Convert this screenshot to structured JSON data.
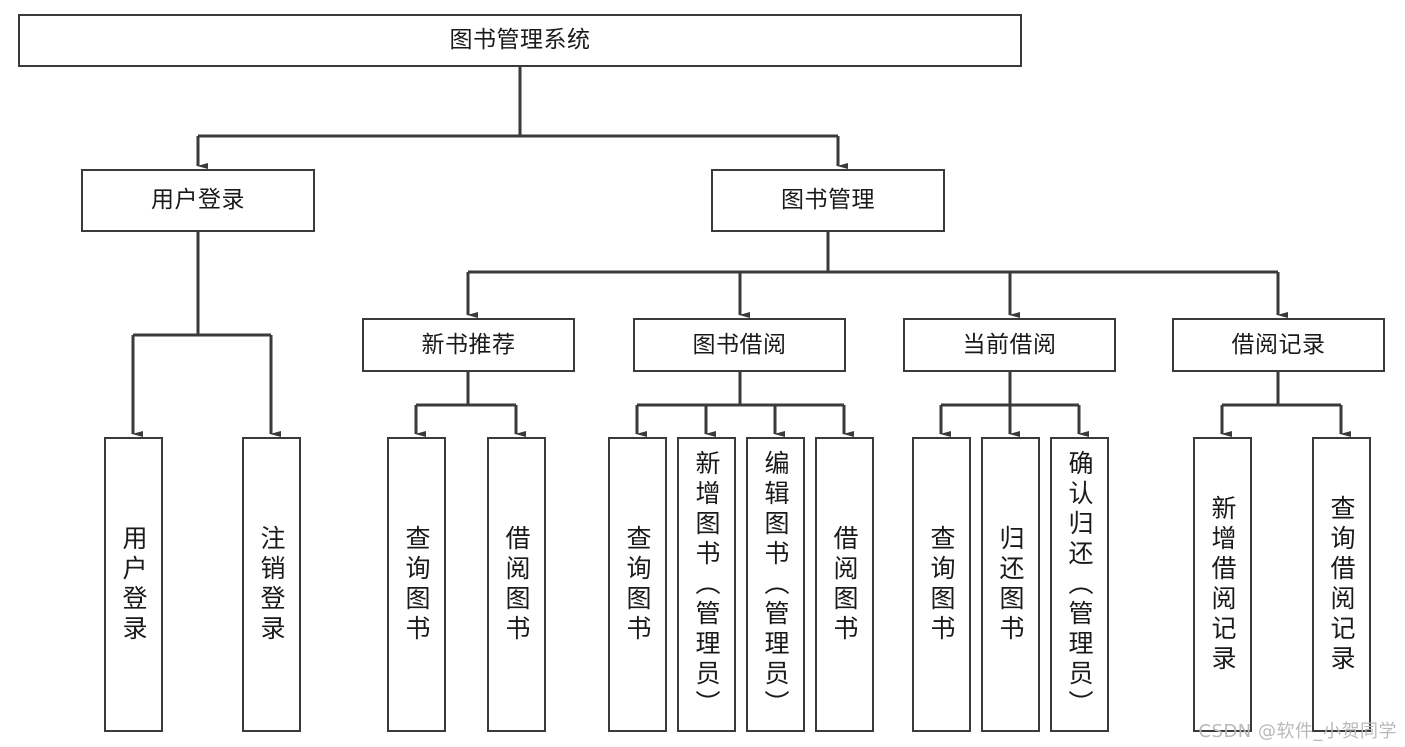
{
  "diagram": {
    "title": "图书管理系统",
    "type": "tree-structure-chart",
    "watermark": "CSDN @软件_小贺同学",
    "colors": {
      "box_border": "#3a3a3a",
      "box_fill": "#ffffff",
      "connector": "#3a3a3a",
      "text": "#1a1a1a",
      "watermark": "#b9b9b9",
      "background": "#ffffff"
    },
    "levels": {
      "root": {
        "label": "图书管理系统"
      },
      "level2": [
        {
          "label": "用户登录"
        },
        {
          "label": "图书管理"
        }
      ],
      "level3": [
        {
          "label": "新书推荐"
        },
        {
          "label": "图书借阅"
        },
        {
          "label": "当前借阅"
        },
        {
          "label": "借阅记录"
        }
      ],
      "leaves": {
        "user_login": [
          {
            "label": "用户登录"
          },
          {
            "label": "注销登录"
          }
        ],
        "new_book_recommend": [
          {
            "label": "查询图书"
          },
          {
            "label": "借阅图书"
          }
        ],
        "book_borrow": [
          {
            "label": "查询图书"
          },
          {
            "label": "新增图书（管理员）"
          },
          {
            "label": "编辑图书（管理员）"
          },
          {
            "label": "借阅图书"
          }
        ],
        "current_borrow": [
          {
            "label": "查询图书"
          },
          {
            "label": "归还图书"
          },
          {
            "label": "确认归还（管理员）"
          }
        ],
        "borrow_record": [
          {
            "label": "新增借阅记录"
          },
          {
            "label": "查询借阅记录"
          }
        ]
      }
    }
  }
}
